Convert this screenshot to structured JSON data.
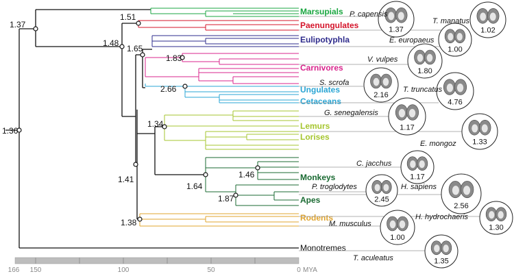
{
  "node_values": {
    "root": "1.36",
    "marsupial_split": "1.37",
    "paenungulates": "1.51",
    "placental": "1.48",
    "laurasiatheria": "1.65",
    "carnivores": "1.83",
    "cetartiodactyla": "2.66",
    "lemurs_lorises": "1.34",
    "euarchontoglires": "1.41",
    "anthropoids": "1.64",
    "monkeys": "1.46",
    "apes": "1.87",
    "rodents": "1.38"
  },
  "clades": {
    "marsupials": "Marsupials",
    "paenungulates": "Paenungulates",
    "eulipotyphla": "Eulipotyphla",
    "carnivores": "Carnivores",
    "ungulates": "Ungulates",
    "cetaceans": "Cetaceans",
    "lemurs": "Lemurs",
    "lorises": "Lorises",
    "monkeys": "Monkeys",
    "apes": "Apes",
    "rodents": "Rodents",
    "monotremes": "Monotremes"
  },
  "species": {
    "p_capensis": {
      "name": "P. capensis",
      "value": "1.37"
    },
    "t_manatus": {
      "name": "T. manatus",
      "value": "1.02"
    },
    "e_europaeus": {
      "name": "E. europaeus",
      "value": "1.00"
    },
    "v_vulpes": {
      "name": "V. vulpes",
      "value": "1.80"
    },
    "s_scrofa": {
      "name": "S. scrofa",
      "value": "2.16"
    },
    "t_truncatus": {
      "name": "T. truncatus",
      "value": "4.76"
    },
    "g_senegalensis": {
      "name": "G. senegalensis",
      "value": "1.17"
    },
    "e_mongoz": {
      "name": "E. mongoz",
      "value": "1.33"
    },
    "c_jacchus": {
      "name": "C. jacchus",
      "value": "1.17"
    },
    "p_troglodytes": {
      "name": "P. troglodytes",
      "value": "2.45"
    },
    "h_sapiens": {
      "name": "H. sapiens",
      "value": "2.56"
    },
    "h_hydrochaeris": {
      "name": "H. hydrochaeris",
      "value": "1.30"
    },
    "m_musculus": {
      "name": "M. musculus",
      "value": "1.00"
    },
    "t_aculeatus": {
      "name": "T. aculeatus",
      "value": "1.35"
    }
  },
  "axis": {
    "ticks": [
      "166",
      "150",
      "100",
      "50",
      "0"
    ],
    "unit": "MYA"
  },
  "colors": {
    "marsupials": "#1aa640",
    "paenungulates": "#d4142a",
    "eulipotyphla": "#2e2b8c",
    "carnivores": "#d8248c",
    "ungulates": "#29a5d4",
    "cetaceans": "#29a5d4",
    "primates_strep": "#a6c62f",
    "primates_anthro": "#1a6a32",
    "rodents": "#e0a42e",
    "trunk": "#111111"
  }
}
